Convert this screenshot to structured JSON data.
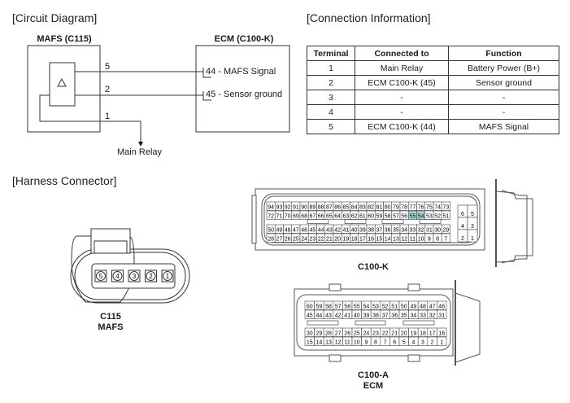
{
  "sections": {
    "circuit_diagram": "[Circuit Diagram]",
    "connection_information": "[Connection Information]",
    "harness_connector": "[Harness Connector]"
  },
  "circuit": {
    "mafs_label": "MAFS (C115)",
    "ecm_label": "ECM (C100-K)",
    "wires": [
      {
        "pin": "5",
        "ecm_label": "44 - MAFS Signal"
      },
      {
        "pin": "2",
        "ecm_label": "45 - Sensor ground"
      },
      {
        "pin": "1",
        "destination": "Main Relay"
      }
    ]
  },
  "connection_table": {
    "headers": [
      "Terminal",
      "Connected to",
      "Function"
    ],
    "rows": [
      [
        "1",
        "Main Relay",
        "Battery Power (B+)"
      ],
      [
        "2",
        "ECM C100-K (45)",
        "Sensor ground"
      ],
      [
        "3",
        "-",
        "-"
      ],
      [
        "4",
        "-",
        "-"
      ],
      [
        "5",
        "ECM C100-K (44)",
        "MAFS Signal"
      ]
    ]
  },
  "connectors": {
    "c115": {
      "line1": "C115",
      "line2": "MAFS",
      "pins": [
        "5",
        "4",
        "3",
        "2",
        "1"
      ]
    },
    "c100k": {
      "label": "C100-K",
      "highlight_color": "#a9d3d3",
      "highlighted_pins": [
        "55",
        "54"
      ],
      "rows": [
        [
          "94",
          "93",
          "92",
          "91",
          "90",
          "89",
          "88",
          "87",
          "86",
          "85",
          "84",
          "83",
          "82",
          "81",
          "80",
          "79",
          "78",
          "77",
          "76",
          "75",
          "74",
          "73"
        ],
        [
          "72",
          "71",
          "70",
          "69",
          "68",
          "67",
          "66",
          "65",
          "64",
          "63",
          "62",
          "61",
          "60",
          "59",
          "58",
          "57",
          "56",
          "55",
          "54",
          "53",
          "52",
          "51"
        ],
        [
          "50",
          "49",
          "48",
          "47",
          "46",
          "45",
          "44",
          "43",
          "42",
          "41",
          "40",
          "39",
          "38",
          "37",
          "36",
          "35",
          "34",
          "33",
          "32",
          "31",
          "30",
          "29"
        ],
        [
          "28",
          "27",
          "26",
          "25",
          "24",
          "23",
          "22",
          "21",
          "20",
          "19",
          "18",
          "17",
          "16",
          "15",
          "14",
          "13",
          "12",
          "11",
          "10",
          "9",
          "8",
          "7"
        ]
      ],
      "side_block": [
        [
          "6",
          "5"
        ],
        [
          "4",
          "3"
        ],
        [
          "2",
          "1"
        ]
      ]
    },
    "c100a": {
      "line1": "C100-A",
      "line2": "ECM",
      "rows": [
        [
          "60",
          "59",
          "58",
          "57",
          "56",
          "55",
          "54",
          "53",
          "52",
          "51",
          "50",
          "49",
          "48",
          "47",
          "46"
        ],
        [
          "45",
          "44",
          "43",
          "42",
          "41",
          "40",
          "39",
          "38",
          "37",
          "36",
          "35",
          "34",
          "33",
          "32",
          "31"
        ],
        [
          "30",
          "29",
          "28",
          "27",
          "26",
          "25",
          "24",
          "23",
          "22",
          "21",
          "20",
          "19",
          "18",
          "17",
          "16"
        ],
        [
          "15",
          "14",
          "13",
          "12",
          "11",
          "10",
          "9",
          "8",
          "7",
          "6",
          "5",
          "4",
          "3",
          "2",
          "1"
        ]
      ]
    }
  }
}
